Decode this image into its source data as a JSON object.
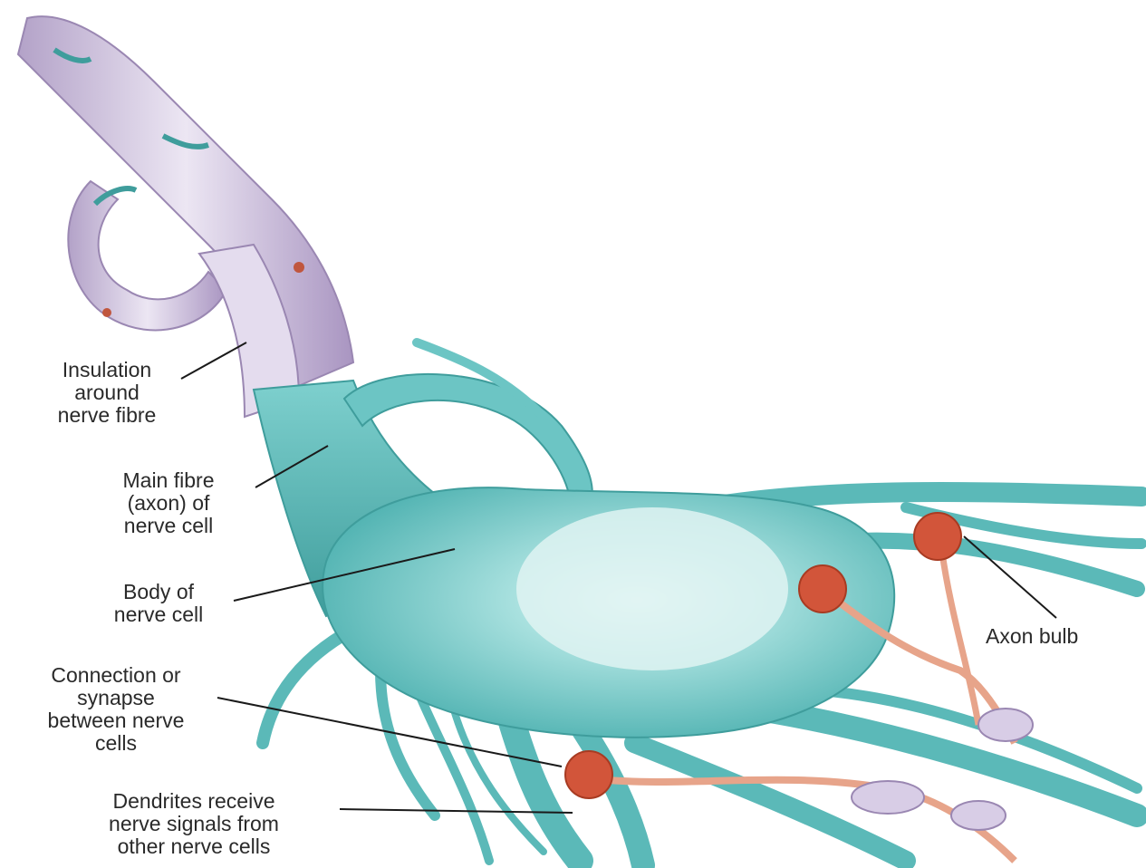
{
  "labels": {
    "insulation": [
      "Insulation",
      "around",
      "nerve fibre"
    ],
    "axon": [
      "Main fibre",
      "(axon) of",
      "nerve cell"
    ],
    "body": [
      "Body of",
      "nerve cell"
    ],
    "synapse": [
      "Connection or",
      "synapse",
      "between nerve",
      "cells"
    ],
    "dendrites": [
      "Dendrites receive",
      "nerve signals from",
      "other nerve cells"
    ],
    "axon_bulb": [
      "Axon bulb"
    ]
  },
  "colors": {
    "cell": "#6cc5c4",
    "cell_light": "#a9e1df",
    "cell_dark": "#3f9d9c",
    "myelin": "#cfc2dc",
    "myelin_dark": "#a896bd",
    "bulb": "#d2553a",
    "bulb_stalk": "#e7a48a",
    "leader": "#1a1a1a"
  }
}
